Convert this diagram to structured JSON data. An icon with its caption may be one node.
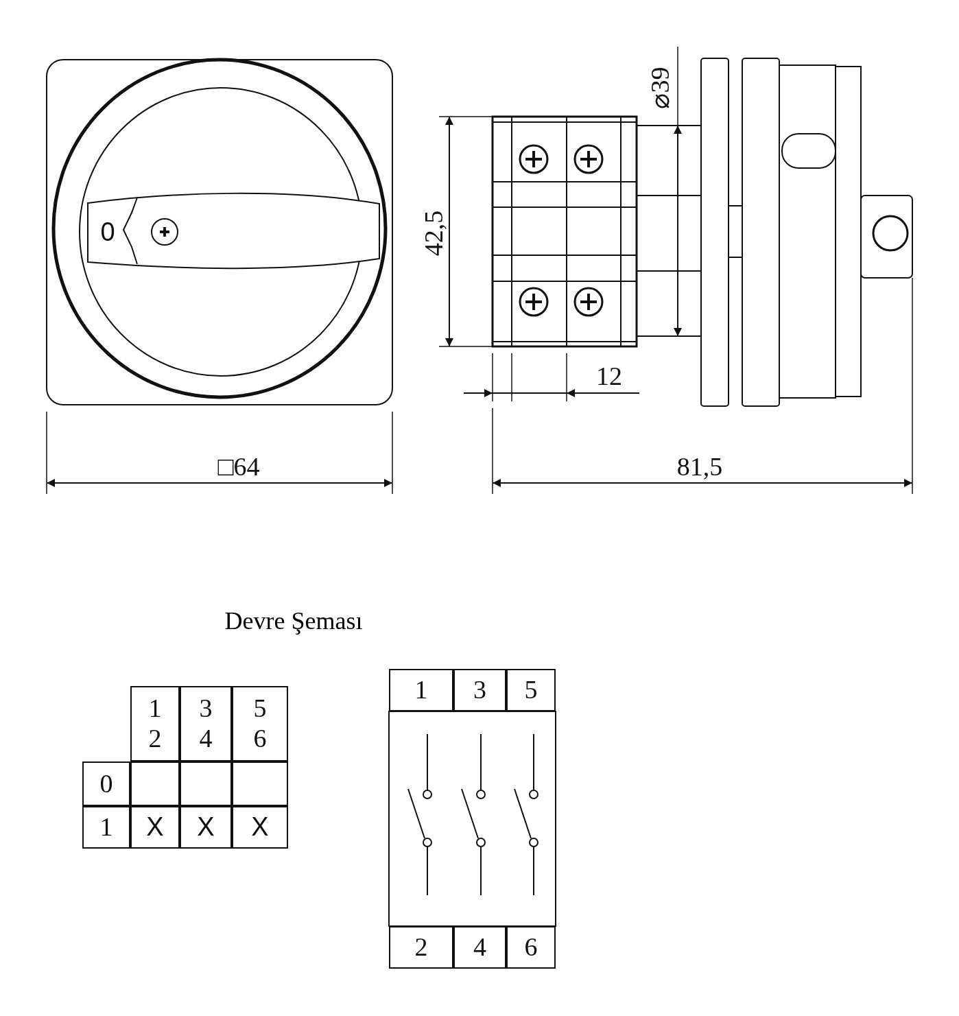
{
  "diagram": {
    "title": "Devre Şeması",
    "labels": [
      "0",
      "⌀39",
      "42,5",
      "12",
      "□64",
      "81,5",
      "1 2",
      "3 4",
      "5 6",
      "0",
      "1",
      "X",
      "X",
      "X",
      "1",
      "3",
      "5",
      "2",
      "4",
      "6"
    ]
  }
}
